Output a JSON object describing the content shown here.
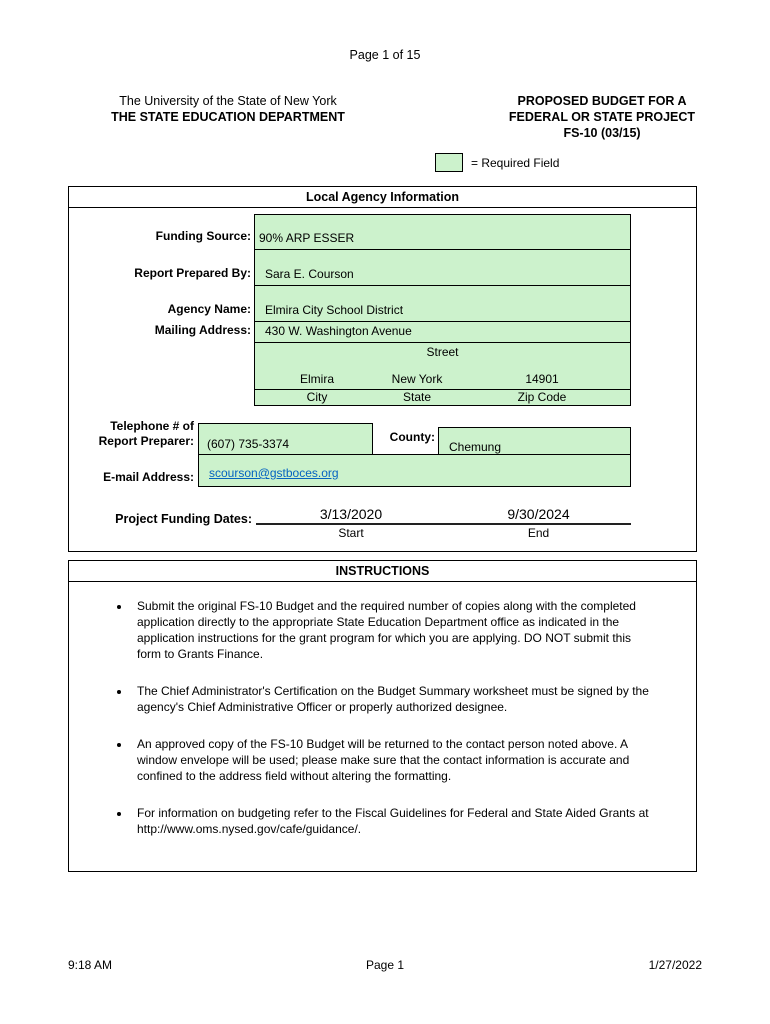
{
  "page": {
    "page_indicator": "Page 1 of 15",
    "footer": {
      "time": "9:18 AM",
      "page": "Page 1",
      "date": "1/27/2022"
    }
  },
  "header": {
    "org_line1": "The University of the State of New York",
    "org_line2": "THE STATE EDUCATION DEPARTMENT",
    "title_line1": "PROPOSED BUDGET FOR A",
    "title_line2": "FEDERAL OR STATE PROJECT",
    "title_line3": "FS-10 (03/15)",
    "legend_label": "= Required Field",
    "required_field_color": "#ccf2cc",
    "link_color": "#0563c1"
  },
  "local_agency": {
    "title": "Local Agency Information",
    "funding_source": {
      "label": "Funding Source:",
      "value": "90% ARP ESSER"
    },
    "report_prepared_by": {
      "label": "Report Prepared By:",
      "value": "Sara E. Courson"
    },
    "agency_name": {
      "label": "Agency Name:",
      "value": "Elmira City School District"
    },
    "mailing_address": {
      "label": "Mailing Address:",
      "value": "430 W. Washington Avenue",
      "street_label": "Street"
    },
    "city": {
      "value": "Elmira",
      "label": "City"
    },
    "state": {
      "value": "New York",
      "label": "State"
    },
    "zip": {
      "value": "14901",
      "label": "Zip Code"
    },
    "telephone": {
      "label_line1": "Telephone # of",
      "label_line2": "Report Preparer:",
      "value": "(607) 735-3374"
    },
    "county": {
      "label": "County:",
      "value": "Chemung"
    },
    "email": {
      "label": "E-mail Address:",
      "value": "scourson@gstboces.org"
    },
    "funding_dates": {
      "label": "Project Funding Dates:",
      "start_value": "3/13/2020",
      "start_label": "Start",
      "end_value": "9/30/2024",
      "end_label": "End"
    }
  },
  "instructions": {
    "title": "INSTRUCTIONS",
    "bullets": [
      "Submit the original FS-10 Budget and the required number of copies along with the completed application directly to the appropriate State Education Department office as indicated in the application instructions for the grant program for which you are applying. DO NOT submit this form to Grants Finance.",
      "The Chief Administrator's Certification on the Budget Summary worksheet must be signed by the agency's Chief Administrative Officer or properly authorized designee.",
      "An approved copy of the FS-10 Budget will be returned to the contact person noted above.  A window envelope will be used; please make sure that the contact information is accurate and confined to the address field without altering the formatting.",
      "For information on budgeting refer to the Fiscal Guidelines for Federal and State Aided Grants at http://www.oms.nysed.gov/cafe/guidance/."
    ]
  }
}
